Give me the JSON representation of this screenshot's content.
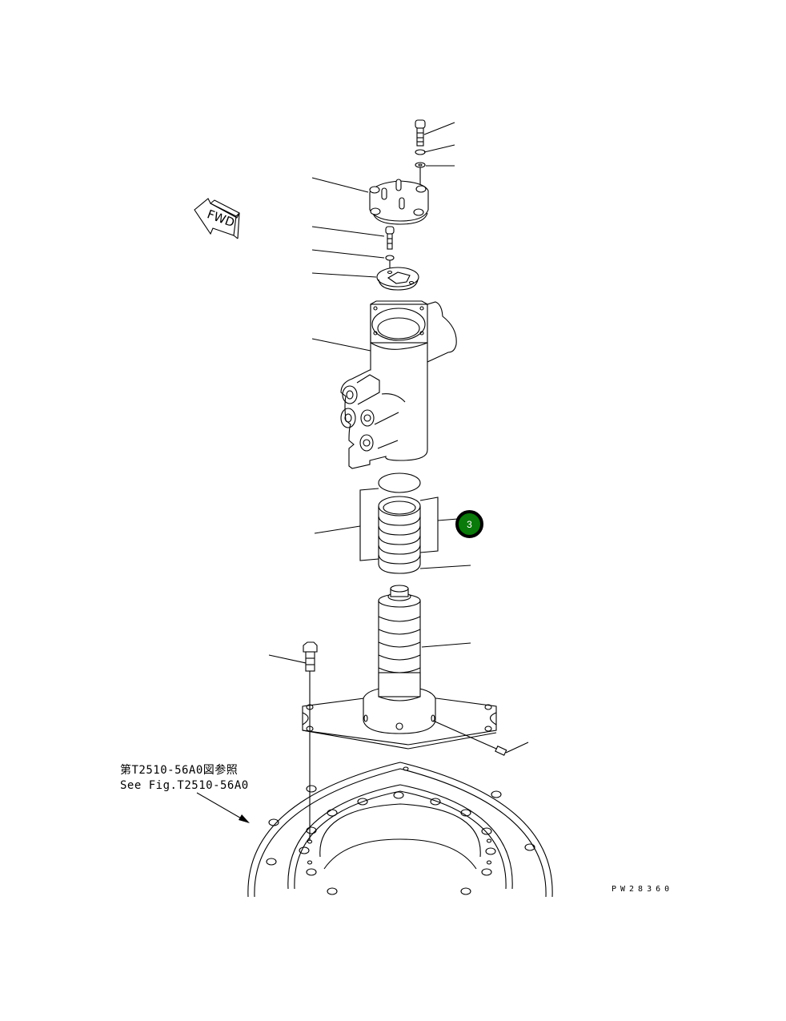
{
  "diagram": {
    "type": "exploded parts drawing",
    "drawing_id": "PW28360",
    "direction_marker": {
      "label": "FWD",
      "icon": "forward-arrow-icon"
    },
    "reference_note": {
      "line_jp": "第T2510-56A0図参照",
      "line_en": "See Fig.T2510-56A0"
    },
    "callouts": [
      {
        "number": "3",
        "color": "#0a7a0a",
        "part": "seal ring set"
      }
    ],
    "parts": [
      "cap bolt (top)",
      "spring washer (top)",
      "washer (top)",
      "cover",
      "bolt",
      "spring washer",
      "plate",
      "swivel joint body",
      "seal ring set",
      "o-ring",
      "rotor shaft",
      "bracket bolt",
      "grease fitting",
      "swing circle"
    ]
  }
}
